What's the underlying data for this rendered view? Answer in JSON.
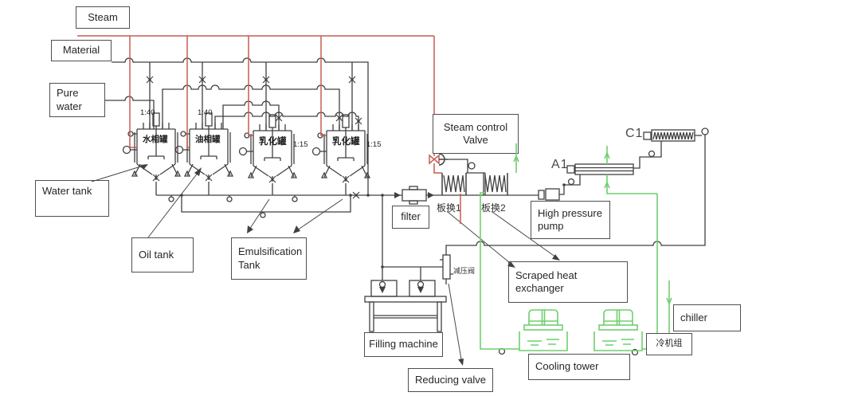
{
  "legend": {
    "steam": "Steam",
    "material": "Material",
    "pure_water": "Pure\nwater"
  },
  "equipment_labels": {
    "water_tank": "Water tank",
    "oil_tank": "Oil tank",
    "emulsification_tank": "Emulsification\nTank",
    "steam_control_valve": "Steam control\nValve",
    "filter": "filter",
    "high_pressure_pump": "High pressure\npump",
    "scraped_heat_exchanger": "Scraped heat exchanger",
    "filling_machine": "Filling machine",
    "reducing_valve": "Reducing valve",
    "cooling_tower": "Cooling tower",
    "chiller": "chiller",
    "chiller_unit_cn": "冷机组"
  },
  "inline_labels": {
    "tank1_cn": "水相罐",
    "tank2_cn": "油相罐",
    "tank3_cn": "乳化罐",
    "tank4_cn": "乳化罐",
    "tank1_ratio": "1:40",
    "tank2_ratio": "1:40",
    "tank3_ratio": "1:15",
    "tank4_ratio": "1:15",
    "plate_hx1_cn": "板换1",
    "plate_hx2_cn": "板换2",
    "scraped_hx_a1": "A1",
    "scraped_hx_c1": "C1",
    "reducing_valve_cn": "减压阀"
  },
  "colors": {
    "steam_line": "#c95b52",
    "cooling_line": "#6fcf6f",
    "process_line": "#404040",
    "leader_line": "#4a4a4a"
  }
}
